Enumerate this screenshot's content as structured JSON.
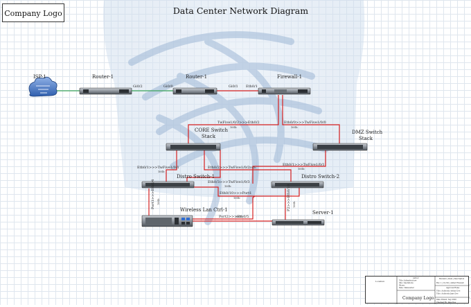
{
  "header": {
    "logo_text": "Company Logo",
    "title": "Data Center Network Diagram"
  },
  "devices": {
    "isp": "ISP-1",
    "router1": "Router-1",
    "router2": "Router-1",
    "firewall": "Firewall-1",
    "core_switch_l1": "CORE Switch",
    "core_switch_l2": "Stack",
    "dmz_switch_l1": "DMZ Switch",
    "dmz_switch_l2": "Stack",
    "distro1": "Distro Switch-1",
    "distro2": "Distro Switch-2",
    "wlc": "Wireless Lan Ctrl-1",
    "server": "Server-1"
  },
  "ports": {
    "r1_right": "Gi0/2",
    "r2_left": "Gi0/0",
    "r2_right": "Gi0/1",
    "fw_left": "Eth0/1",
    "core_uplink": "TwFive1/0/2>>>Eth0/2",
    "core_uplink_sub": "10Gb",
    "dmz_uplink": "Eth0/0>>>TwFive1/0/0",
    "dmz_uplink_sub": "10Gb",
    "d1_core": "Eth0/1>>>TwFive1/0/1",
    "d1_core_sub": "10Gb",
    "d2_core": "Eth0/2>>>TwFive1/0/2",
    "d2_core_sub": "10Gb",
    "dmz_d2": "Eth0/1>>>TwFive1/0/1",
    "dmz_d2_sub": "10Gb",
    "d1_core2": "Eth0/3>>>TwFive1/0/3",
    "d1_core2_sub": "10Gb",
    "d1_d2": "Eth0/10>>>Port1",
    "d1_d2_sub": "10Gb",
    "wlc_d1": "Port1>>>Eth0/4",
    "wlc_d1_sub": "10Gb",
    "wlc_d2": "Port2>>>Eth0/5",
    "wlc_d2_sub": "10Gb",
    "server_d2": "P2>>>Eth0/10",
    "server_d2_sub": "10Gb"
  },
  "title_block": {
    "col1_header": "Location",
    "col2_rows": [
      "Author",
      "Title: Infrastructure",
      "Site: Operations",
      "Phone:",
      "Date: Datacenter"
    ],
    "col3_rows": [
      "Revision | Date | Description",
      "Rev 1 | 1/1/20 | Added Firewall",
      "Approval Rules",
      "Title: Authority  Arthur Doe",
      "Title: Authority  Jane Doe",
      "Date Drawn: Sep 2020",
      "Checked By: Jane Doe"
    ],
    "logo": "Company Logo"
  },
  "colors": {
    "red_link": "#d62020",
    "green_link": "#3aa55a",
    "swirl_blue": "#9fb8d6"
  }
}
